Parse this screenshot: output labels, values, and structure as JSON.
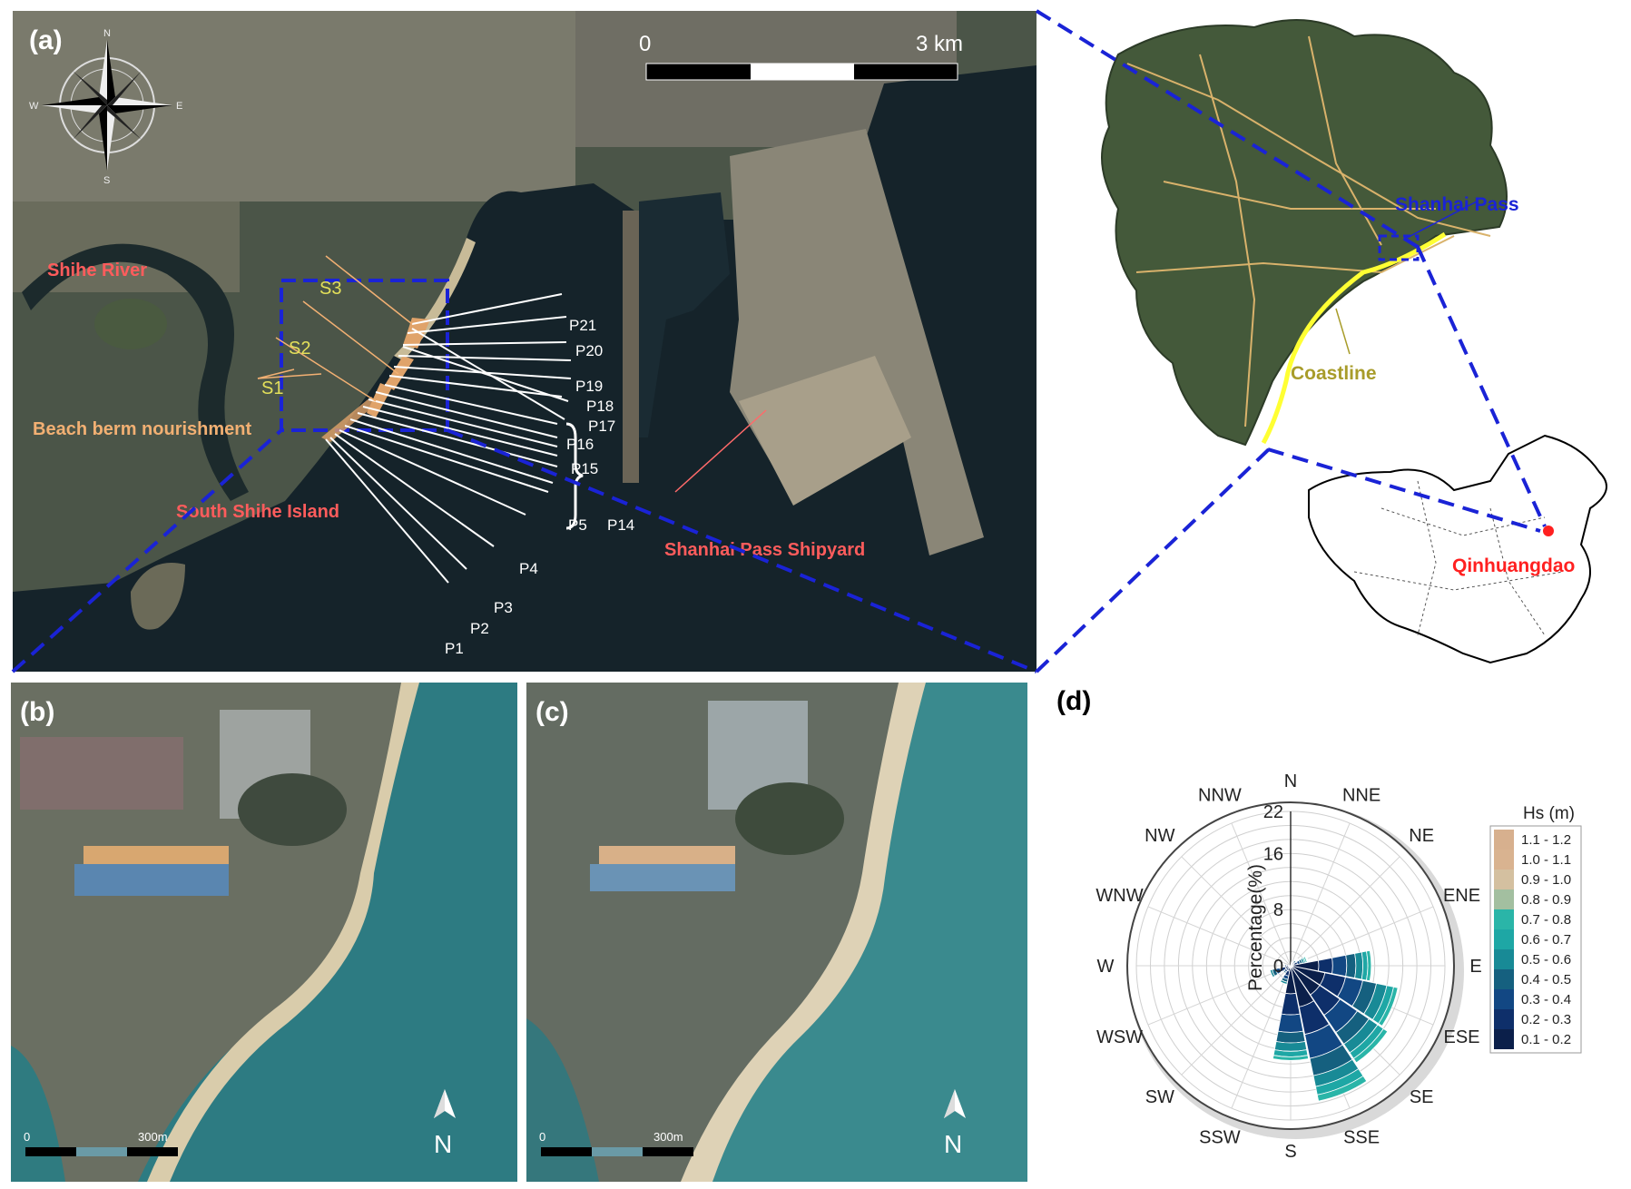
{
  "panel_a": {
    "label": "(a)",
    "compass_letters": [
      "N",
      "E",
      "S",
      "W"
    ],
    "scale_start": "0",
    "scale_end": "3 km",
    "places": {
      "river": "Shihe River",
      "island": "South Shihe Island",
      "shipyard": "Shanhai Pass Shipyard",
      "nourishment": "Beach berm nourishment"
    },
    "sites": [
      "S1",
      "S2",
      "S3"
    ],
    "profiles": [
      "P21",
      "P20",
      "P19",
      "P18",
      "P17",
      "P16",
      "P15",
      "P5",
      "P14",
      "P4",
      "P3",
      "P2",
      "P1"
    ]
  },
  "panel_b": {
    "label": "(b)",
    "scale_start": "0",
    "scale_end": "300m",
    "north": "N"
  },
  "panel_c": {
    "label": "(c)",
    "scale_start": "0",
    "scale_end": "300m",
    "north": "N"
  },
  "locator": {
    "shanhai_pass": "Shanhai Pass",
    "coastline": "Coastline",
    "city": "Qinhuangdao"
  },
  "panel_d": {
    "label": "(d)",
    "radial_label": "Percentage(%)",
    "legend_title": "Hs (m)",
    "colors": {
      "accent_blue": "#1a23d6",
      "label_red": "#ff4a4a",
      "label_yellow": "#e3e05a",
      "label_orange": "#f2b073"
    }
  },
  "chart_data": {
    "type": "polar-bar",
    "directions": [
      "N",
      "NNE",
      "NE",
      "ENE",
      "E",
      "ESE",
      "SE",
      "SSE",
      "S",
      "SSW",
      "SW",
      "WSW",
      "W",
      "WNW",
      "NW",
      "NNW"
    ],
    "radial_ticks": [
      0,
      8,
      16,
      22
    ],
    "radial_max": 22,
    "radial_label": "Percentage(%)",
    "legend_title": "Hs (m)",
    "bins": [
      {
        "label": "0.1 - 0.2",
        "color": "#0b1f4a"
      },
      {
        "label": "0.2 - 0.3",
        "color": "#0e2f6a"
      },
      {
        "label": "0.3 - 0.4",
        "color": "#124783"
      },
      {
        "label": "0.4 - 0.5",
        "color": "#15607f"
      },
      {
        "label": "0.5 - 0.6",
        "color": "#188a96"
      },
      {
        "label": "0.6 - 0.7",
        "color": "#1ea7a5"
      },
      {
        "label": "0.7 - 0.8",
        "color": "#2ab5a8"
      },
      {
        "label": "0.8 - 0.9",
        "color": "#a3bfa0"
      },
      {
        "label": "0.9 - 1.0",
        "color": "#d4c0a0"
      },
      {
        "label": "1.0 - 1.1",
        "color": "#d9b390"
      },
      {
        "label": "1.1 - 1.2",
        "color": "#d7b08e"
      }
    ],
    "series": [
      {
        "direction": "ENE",
        "cumulative": [
          0.5,
          1.0,
          1.4,
          1.7,
          2.0,
          2.2,
          2.4,
          2.5,
          2.6
        ]
      },
      {
        "direction": "E",
        "cumulative": [
          4.0,
          6.0,
          8.0,
          9.3,
          10.3,
          11.0,
          11.5
        ]
      },
      {
        "direction": "ESE",
        "cumulative": [
          5.0,
          8.0,
          10.5,
          12.5,
          14.0,
          15.0,
          15.6
        ]
      },
      {
        "direction": "SE",
        "cumulative": [
          5.0,
          8.5,
          11.5,
          13.5,
          15.0,
          16.0,
          16.7
        ]
      },
      {
        "direction": "SSE",
        "cumulative": [
          6.0,
          10.0,
          13.5,
          16.0,
          17.6,
          18.8,
          19.7
        ]
      },
      {
        "direction": "S",
        "cumulative": [
          4.0,
          7.0,
          9.5,
          11.0,
          12.2,
          13.0,
          13.5
        ]
      },
      {
        "direction": "SSW",
        "cumulative": [
          0.8,
          1.5,
          2.0,
          2.4,
          2.7
        ]
      },
      {
        "direction": "SW",
        "cumulative": [
          0.4,
          0.8,
          1.1,
          1.3
        ]
      },
      {
        "direction": "WSW",
        "cumulative": [
          0.8,
          1.6,
          2.2,
          2.7,
          3.0
        ]
      },
      {
        "direction": "W",
        "cumulative": [
          0.3,
          0.6,
          0.8
        ]
      },
      {
        "direction": "NE",
        "cumulative": [
          0.3,
          0.5,
          0.7,
          0.9,
          1.0,
          1.1,
          1.2,
          1.3,
          1.35,
          1.4
        ]
      },
      {
        "direction": "NNE",
        "cumulative": [
          0.2,
          0.3,
          0.4,
          0.5,
          0.6,
          0.7
        ]
      }
    ]
  }
}
